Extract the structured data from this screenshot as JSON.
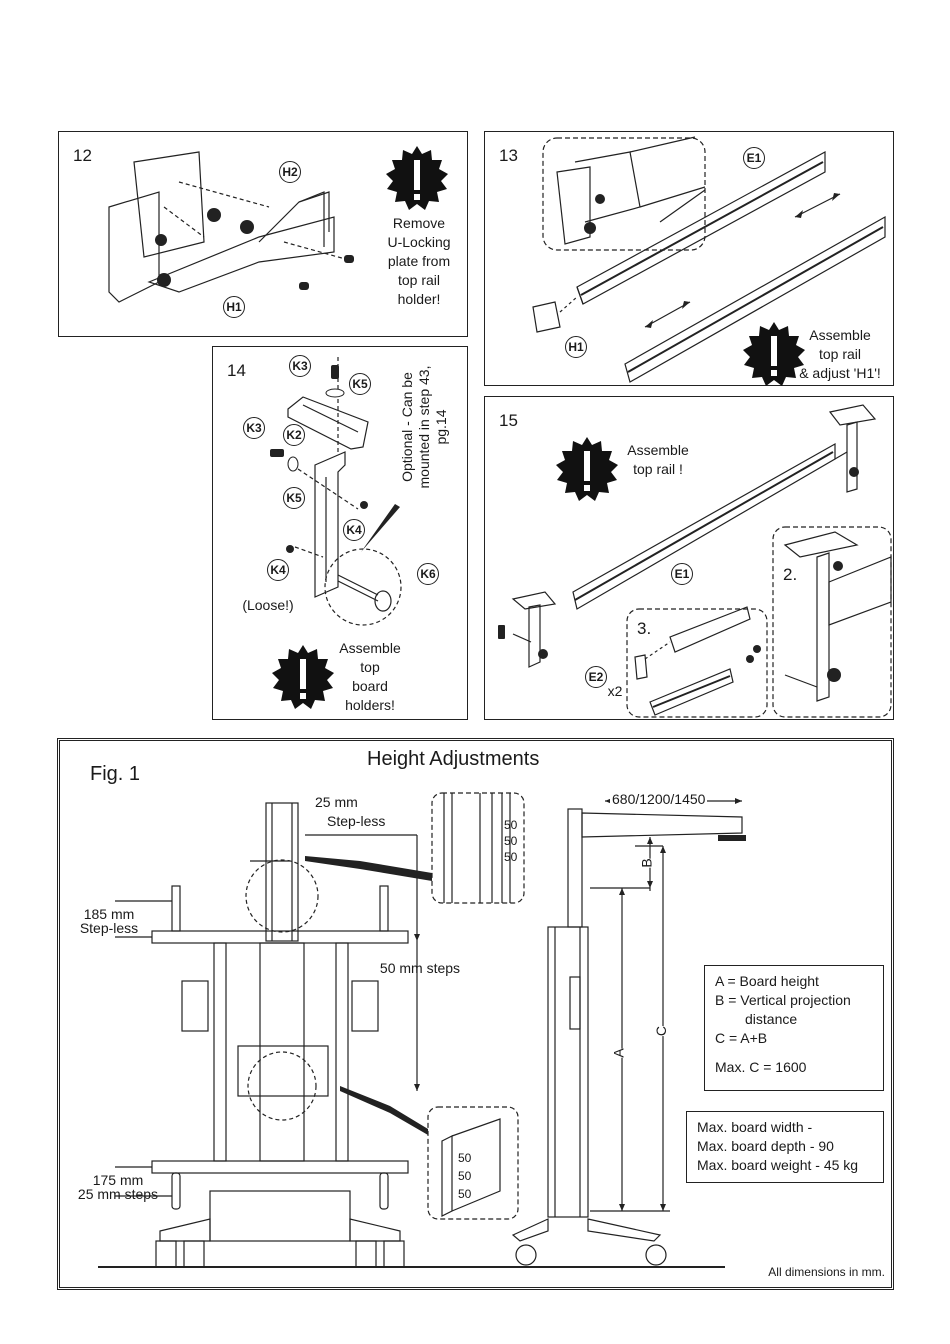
{
  "steps": {
    "s12": {
      "number": "12",
      "callouts": [
        "H2",
        "H1"
      ],
      "warning": [
        "Remove",
        "U-Locking",
        "plate from",
        "top rail",
        "holder!"
      ]
    },
    "s13": {
      "number": "13",
      "callouts": [
        "E1",
        "H1"
      ],
      "warning": [
        "Assemble",
        "top rail",
        "& adjust 'H1'!"
      ]
    },
    "s14": {
      "number": "14",
      "callouts": [
        "K3",
        "K5",
        "K3",
        "K2",
        "K5",
        "K4",
        "K4",
        "K6"
      ],
      "note_loose": "(Loose!)",
      "optional_note": [
        "Optional - Can be",
        "mounted in step 43,",
        "pg.14"
      ],
      "warning": [
        "Assemble",
        "top",
        "board",
        "holders!"
      ]
    },
    "s15": {
      "number": "15",
      "callouts": [
        "E1",
        "E2"
      ],
      "quantity": "x2",
      "detail_2": "2.",
      "detail_3": "3.",
      "warning": [
        "Assemble",
        "top rail !"
      ]
    }
  },
  "figure": {
    "label": "Fig. 1",
    "title": "Height Adjustments",
    "dim_top": [
      "25 mm",
      "Step-less"
    ],
    "dim_side": [
      "185 mm",
      "Step-less"
    ],
    "dim_steps": "50 mm steps",
    "dim_bottom": [
      "175 mm",
      "25 mm steps"
    ],
    "detail_steps_top": [
      "50",
      "50",
      "50"
    ],
    "detail_steps_bottom": [
      "50",
      "50",
      "50"
    ],
    "arm_lengths": "680/1200/1450",
    "dim_letters": {
      "a": "A",
      "b": "B",
      "c": "C"
    },
    "legend": [
      "A = Board height",
      "B = Vertical projection",
      "distance",
      "C = A+B",
      "Max. C = 1600"
    ],
    "limits": [
      "Max. board width -",
      "Max. board depth - 90",
      "Max. board weight - 45 kg"
    ],
    "footnote": "All dimensions in mm."
  }
}
